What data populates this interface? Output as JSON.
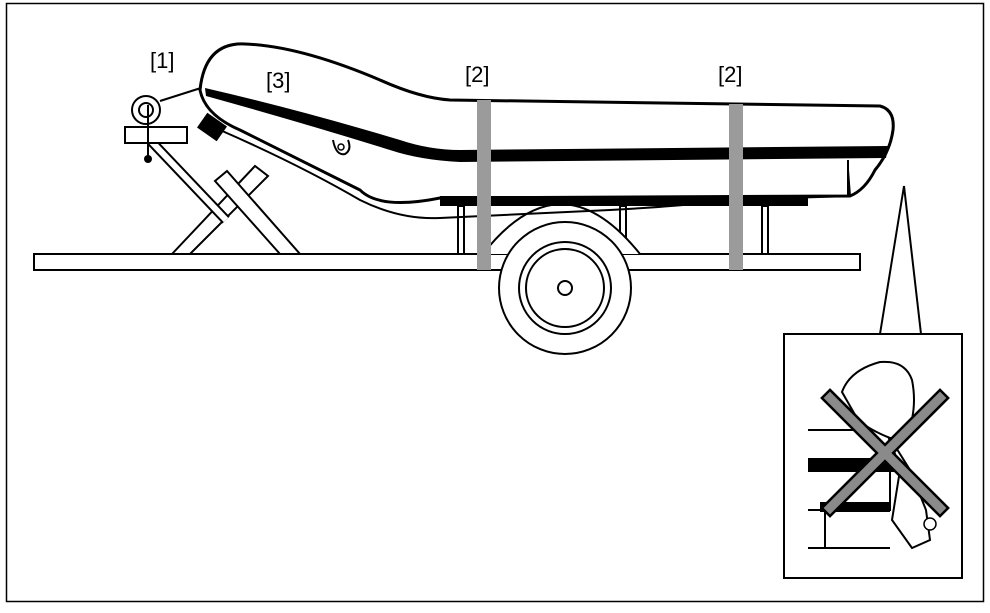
{
  "labels": {
    "winch": "[1]",
    "strap_front": "[2]",
    "strap_rear": "[2]",
    "bow_tube": "[3]"
  },
  "colors": {
    "line": "#000000",
    "strap": "#9b9b9b",
    "warning_cross": "#8a8a8a",
    "background": "#ffffff"
  },
  "inset": {
    "meaning": "not-allowed",
    "icon": "cross-icon"
  }
}
